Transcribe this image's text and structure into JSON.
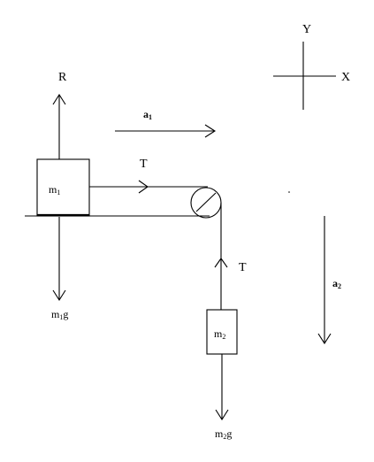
{
  "axes": {
    "y_label": "Y",
    "x_label": "X"
  },
  "forces": {
    "normal_label": "R",
    "weight1_main": "m",
    "weight1_sub": "1",
    "weight1_suffix": "g",
    "tension_top_label": "T",
    "tension_bottom_label": "T",
    "weight2_main": "m",
    "weight2_sub": "2",
    "weight2_suffix": "g"
  },
  "blocks": {
    "block1_main": "m",
    "block1_sub": "1",
    "block2_main": "m",
    "block2_sub": "2"
  },
  "accelerations": {
    "a1_main": "a",
    "a1_sub": "1",
    "a2_main": "a",
    "a2_sub": "2"
  },
  "colors": {
    "stroke": "#000000",
    "background": "#ffffff"
  }
}
